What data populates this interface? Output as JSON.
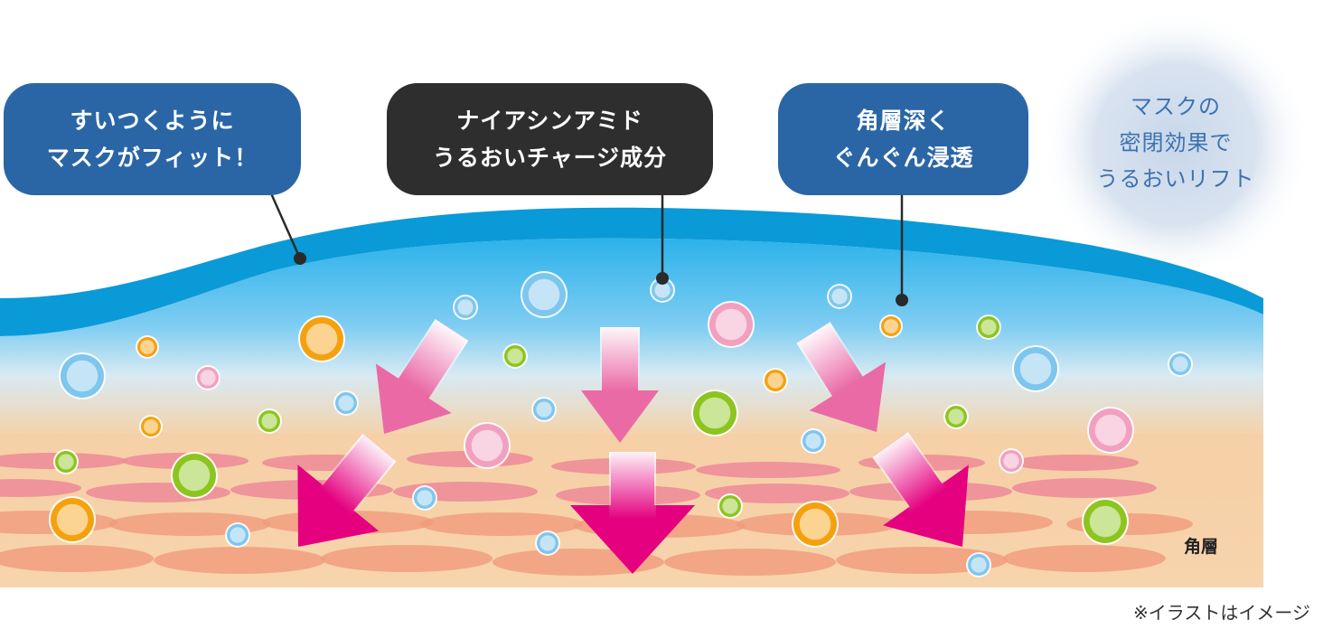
{
  "callouts": {
    "fit": {
      "line1": "すいつくように",
      "line2": "マスクがフィット！"
    },
    "niacinamide": {
      "line1": "ナイアシンアミド",
      "line2": "うるおいチャージ成分"
    },
    "deep": {
      "line1": "角層深く",
      "line2": "ぐんぐん浸透"
    }
  },
  "glow": {
    "line1": "マスクの",
    "line2": "密閉効果で",
    "line3": "うるおいリフト"
  },
  "layer_label": "角層",
  "note": "※イラストはイメージ",
  "colors": {
    "callout_blue": "#2a66a6",
    "callout_dark": "#2e2e2e",
    "mask_blue": "#0a9ad8",
    "skin": "#f7d1a6",
    "cell_pink": "#ec8a98",
    "cell_salmon": "#f09b7c",
    "arrow_light": "#ea6aa6",
    "arrow_strong": "#e4007f",
    "glow": "#c3d4e8"
  }
}
